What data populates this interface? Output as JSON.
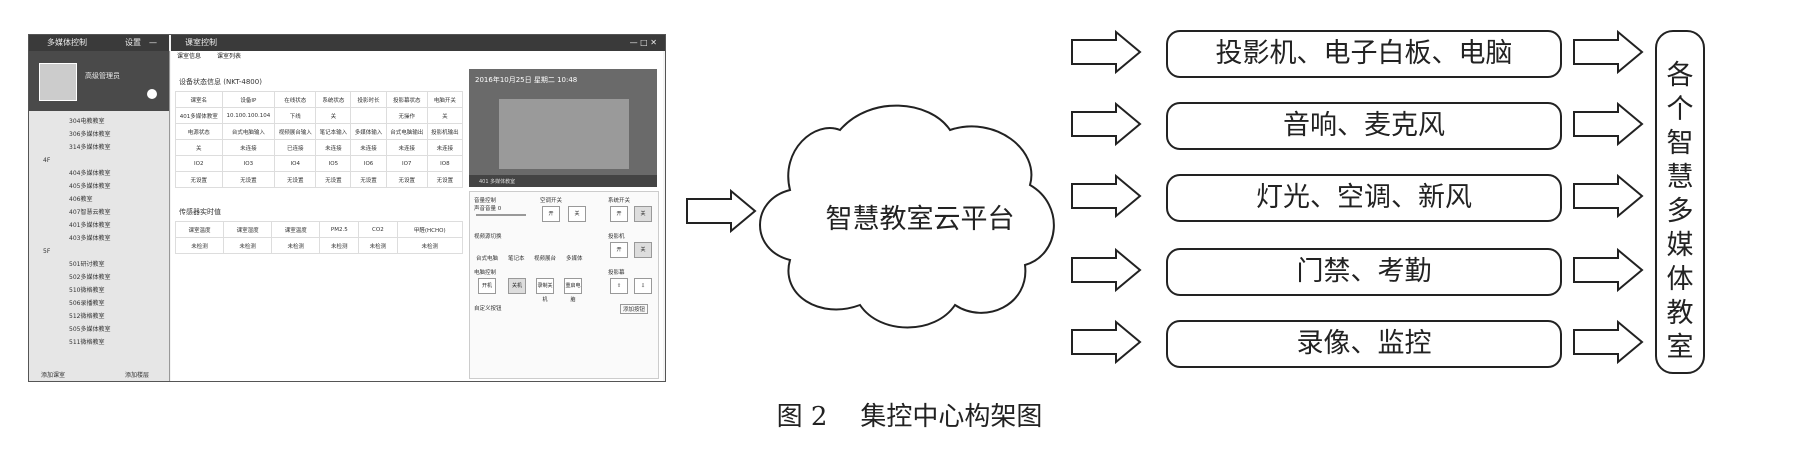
{
  "screenshot": {
    "app_title": "多媒体控制",
    "app_title_right": "设置",
    "panel_title": "课室控制",
    "user_name": "高级管理员",
    "tabs": [
      "课室信息",
      "课室列表"
    ],
    "tree": [
      {
        "type": "it",
        "label": "304电教教室"
      },
      {
        "type": "it",
        "label": "306多媒体教室"
      },
      {
        "type": "it",
        "label": "314多媒体教室"
      },
      {
        "type": "grp",
        "label": "4F"
      },
      {
        "type": "it",
        "label": "404多媒体教室"
      },
      {
        "type": "it",
        "label": "405多媒体教室"
      },
      {
        "type": "it",
        "label": "406教室"
      },
      {
        "type": "it",
        "label": "407智慧云教室"
      },
      {
        "type": "it",
        "label": "401多媒体教室"
      },
      {
        "type": "it",
        "label": "403多媒体教室"
      },
      {
        "type": "grp",
        "label": "5F"
      },
      {
        "type": "it",
        "label": "501研讨教室"
      },
      {
        "type": "it",
        "label": "502多媒体教室"
      },
      {
        "type": "it",
        "label": "510微格教室"
      },
      {
        "type": "it",
        "label": "506录播教室"
      },
      {
        "type": "it",
        "label": "512微格教室"
      },
      {
        "type": "it",
        "label": "505多媒体教室"
      },
      {
        "type": "it",
        "label": "511微格教室"
      }
    ],
    "footer_left": "添加课室",
    "footer_right": "添加楼层",
    "device_section": "设备状态信息 (NKT-4800)",
    "device_headers": [
      "课室名",
      "设备IP",
      "在线状态",
      "系统状态",
      "投影时长",
      "投影幕状态",
      "电脑开关"
    ],
    "device_row": [
      "401多媒体教室",
      "10.100.100.104",
      "下线",
      "关",
      "",
      "无操作",
      "关"
    ],
    "conn_headers": [
      "电源状态",
      "台式电脑输入",
      "视频展台输入",
      "笔记本输入",
      "多媒体输入",
      "台式电脑输出",
      "投影机输出"
    ],
    "conn_row": [
      "关",
      "未连接",
      "已连接",
      "未连接",
      "未连接",
      "未连接",
      "未连接"
    ],
    "io_headers": [
      "IO2",
      "IO3",
      "IO4",
      "IO5",
      "IO6",
      "IO7",
      "IO8"
    ],
    "io_row": [
      "无设置",
      "无设置",
      "无设置",
      "无设置",
      "无设置",
      "无设置",
      "无设置"
    ],
    "sensor_section": "传感器实时值",
    "sensor_headers": [
      "课室温度",
      "课室湿度",
      "课室温度",
      "PM2.5",
      "CO2",
      "甲醛(HCHO)"
    ],
    "sensor_row": [
      "未检测",
      "未检测",
      "未检测",
      "未检测",
      "未检测",
      "未检测"
    ],
    "video_osd": "2016年10月25日 星期二 10:48",
    "video_caption": "401 多媒体教室",
    "controls": {
      "volume_title": "音量控制",
      "volume_label": "声音音量 0",
      "ac_title": "空调开关",
      "ac_on": "开",
      "ac_off": "关",
      "system_title": "系统开关",
      "sys_on": "开",
      "sys_off": "关",
      "video_title": "视频源切换",
      "video_sources": [
        "台式电脑",
        "笔记本",
        "视频展台",
        "多媒体"
      ],
      "projector_title": "投影机",
      "proj_on": "开",
      "proj_off": "关",
      "pc_title": "电脑控制",
      "pc_buttons": [
        "开机",
        "关机",
        "录制关机",
        "重启电脑"
      ],
      "screen_title": "投影幕",
      "custom_label": "自定义按钮",
      "custom_button": "添加按钮"
    }
  },
  "diagram": {
    "center": "智慧教室云平台",
    "targets": [
      "投影机、电子白板、电脑",
      "音响、麦克风",
      "灯光、空调、新风",
      "门禁、考勤",
      "录像、监控"
    ],
    "endpoint": [
      "各",
      "个",
      "智",
      "慧",
      "多",
      "媒",
      "体",
      "教",
      "室"
    ]
  },
  "caption": "图 2    集控中心构架图"
}
